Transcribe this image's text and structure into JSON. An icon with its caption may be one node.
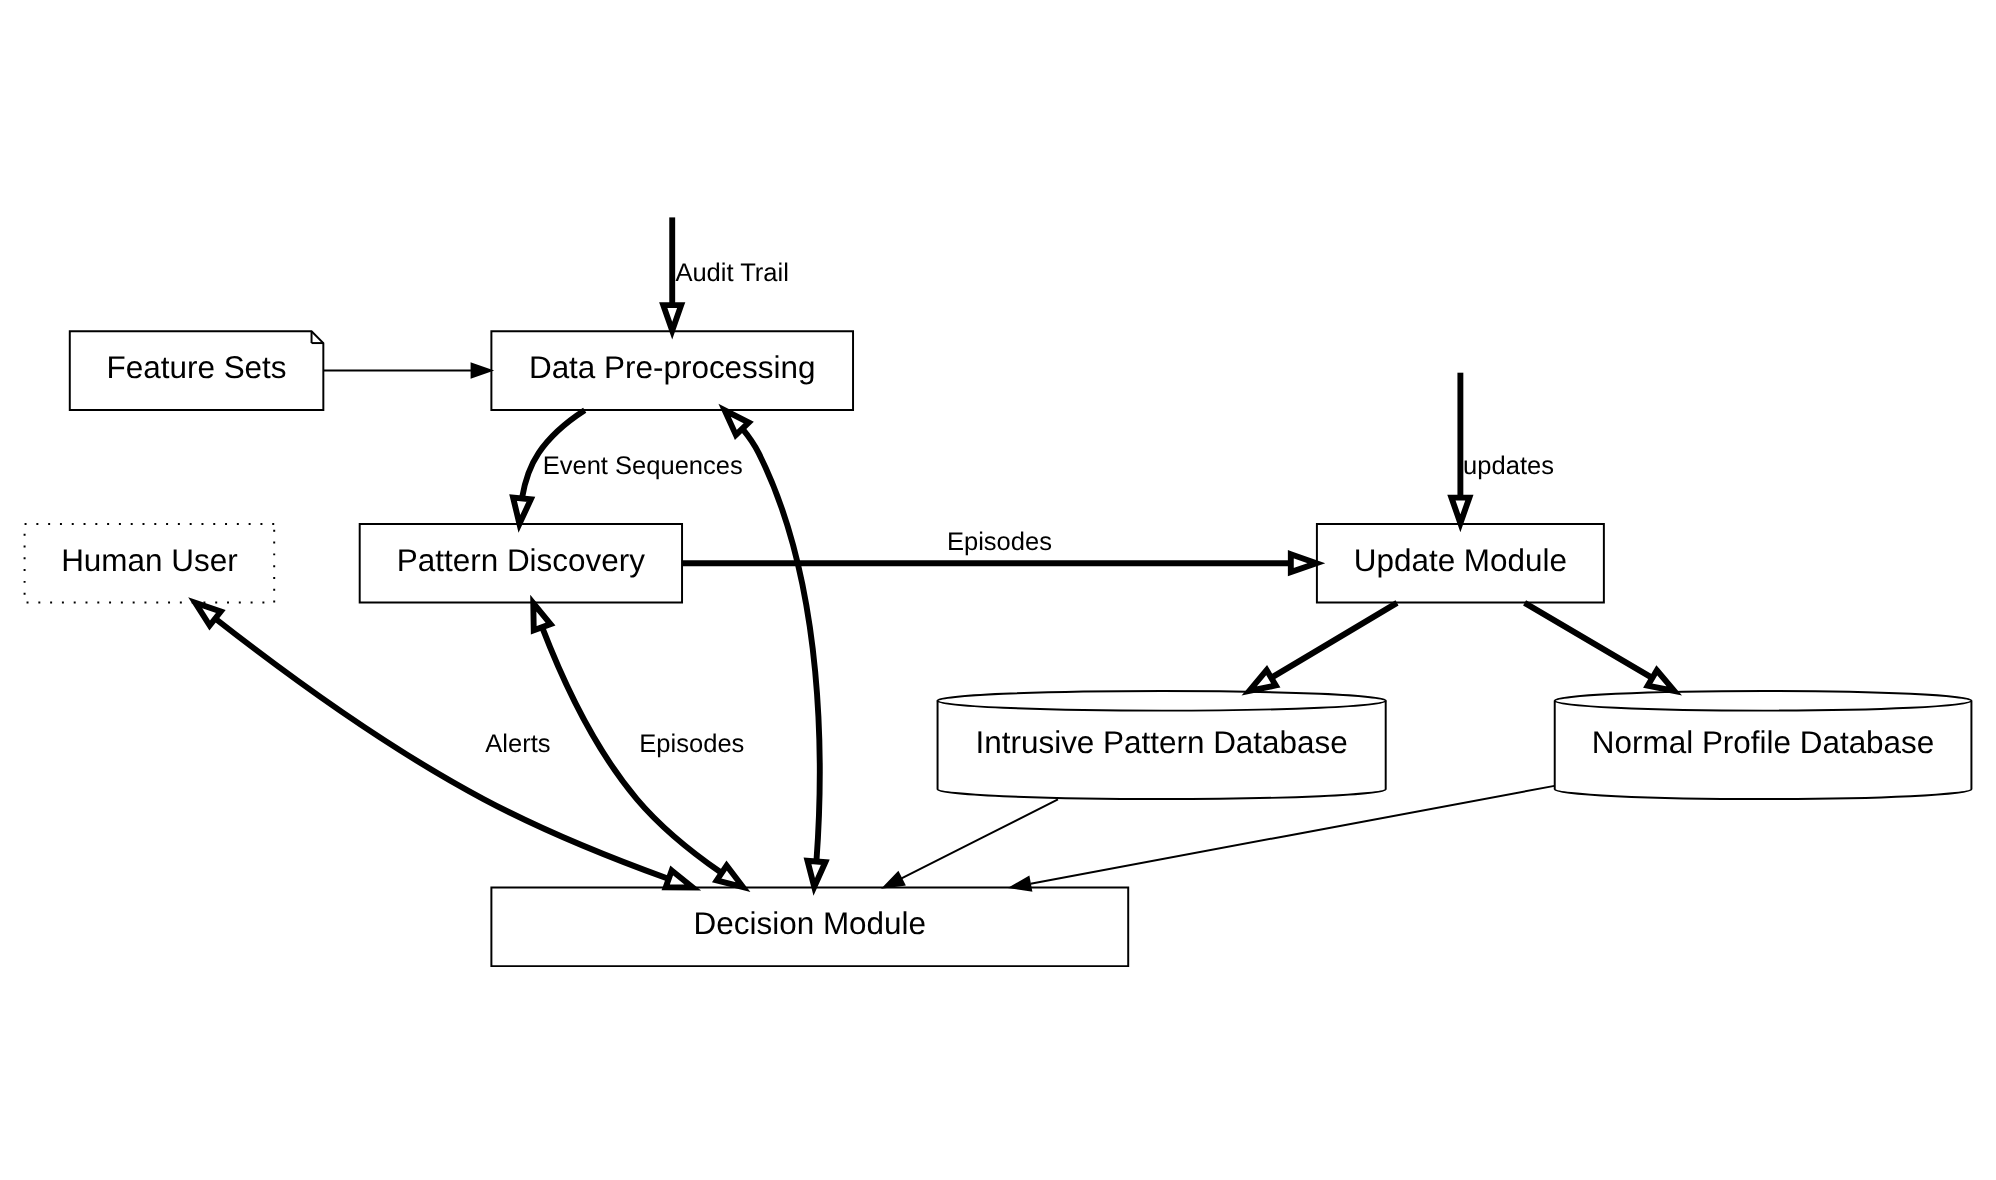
{
  "diagram": {
    "nodes": [
      {
        "text": [
          "Data Pre-processing"
        ]
      },
      {
        "text": [
          "Feature Sets"
        ]
      },
      {
        "text": [
          "Human User"
        ]
      },
      {
        "text": [
          "Pattern Discovery"
        ]
      },
      {
        "text": [
          "Update Module"
        ]
      },
      {
        "text": [
          "Intrusive Pattern Database"
        ]
      },
      {
        "text": [
          "Decision Module"
        ]
      },
      {
        "text": [
          "Normal Profile Database"
        ]
      }
    ],
    "edges": [
      {
        "from": null,
        "to": 0,
        "arrow": "to",
        "label": "Audit Trail"
      },
      {
        "from": 1,
        "to": 0,
        "arrow": "to"
      },
      {
        "from": 0,
        "to": 3,
        "arrow": "to",
        "label": "Event Sequences"
      },
      {
        "from": 3,
        "to": 4,
        "arrow": "to",
        "label": "Episodes"
      },
      {
        "from": null,
        "to": 4,
        "arrow": "to",
        "label": "updates"
      },
      {
        "from": 2,
        "to": 6,
        "arrow": "both",
        "label": "Alerts"
      },
      {
        "from": 0,
        "to": 6,
        "arrow": "both"
      },
      {
        "from": 3,
        "to": 6,
        "arrow": "both",
        "label": "Episodes"
      },
      {
        "from": 4,
        "to": 5,
        "arrow": "to"
      },
      {
        "from": 4,
        "to": 7,
        "arrow": "to"
      },
      {
        "from": 5,
        "to": 6,
        "arrow": "to"
      },
      {
        "from": 7,
        "to": 6,
        "arrow": "to"
      }
    ]
  }
}
